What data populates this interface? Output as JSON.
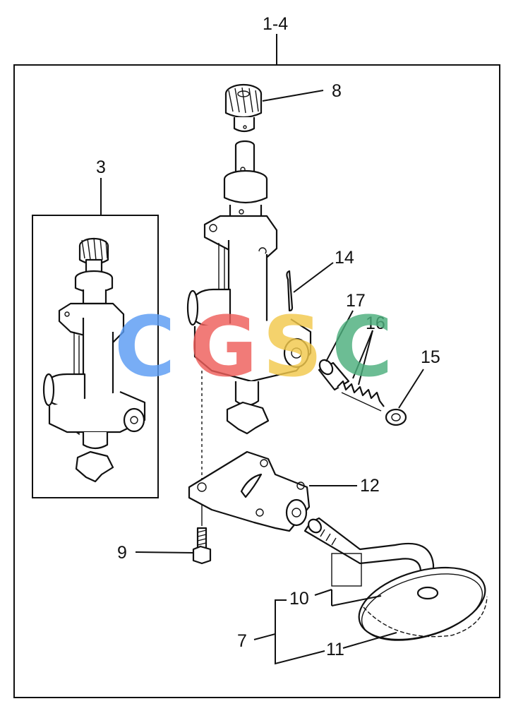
{
  "diagram": {
    "assembly_label": "1-4",
    "inset_label": "3",
    "callouts": {
      "c7": "7",
      "c8": "8",
      "c9": "9",
      "c10": "10",
      "c11": "11",
      "c12": "12",
      "c14": "14",
      "c15": "15",
      "c16": "16",
      "c17": "17"
    }
  },
  "watermark": {
    "letters": [
      "C",
      "G",
      "S",
      "C"
    ],
    "colors": [
      "#5b9cf3",
      "#ee5f5b",
      "#f2c94c",
      "#4caf7d"
    ]
  }
}
